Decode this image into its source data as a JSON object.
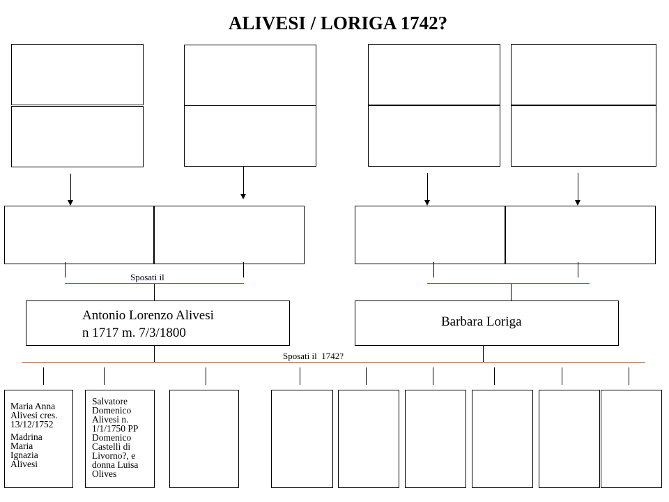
{
  "title": "ALIVESI / LORIGA 1742?",
  "marriage_labels": {
    "parents_left": "Sposati il",
    "main_couple": "Sposati il  1742?"
  },
  "husband": {
    "name": "Antonio Lorenzo Alivesi",
    "dates": "n 1717    m. 7/3/1800"
  },
  "wife": {
    "name": "Barbara Loriga"
  },
  "children": [
    {
      "lines": [
        "Maria Anna",
        "Alivesi cres.",
        "13/12/1752"
      ],
      "extra_lines": [
        "Madrina",
        "Maria",
        "Ignazia",
        "Alivesi"
      ]
    },
    {
      "lines": [
        "Salvatore",
        "Domenico",
        "Alivesi n.",
        "1/1/1750 PP",
        "Domenico",
        "Castelli di",
        "Livorno?, e",
        "donna Luisa",
        "Olives"
      ],
      "extra_lines": []
    },
    {
      "lines": [],
      "extra_lines": []
    },
    {
      "lines": [],
      "extra_lines": []
    },
    {
      "lines": [],
      "extra_lines": []
    },
    {
      "lines": [],
      "extra_lines": []
    },
    {
      "lines": [],
      "extra_lines": []
    },
    {
      "lines": [],
      "extra_lines": []
    },
    {
      "lines": [],
      "extra_lines": []
    }
  ]
}
